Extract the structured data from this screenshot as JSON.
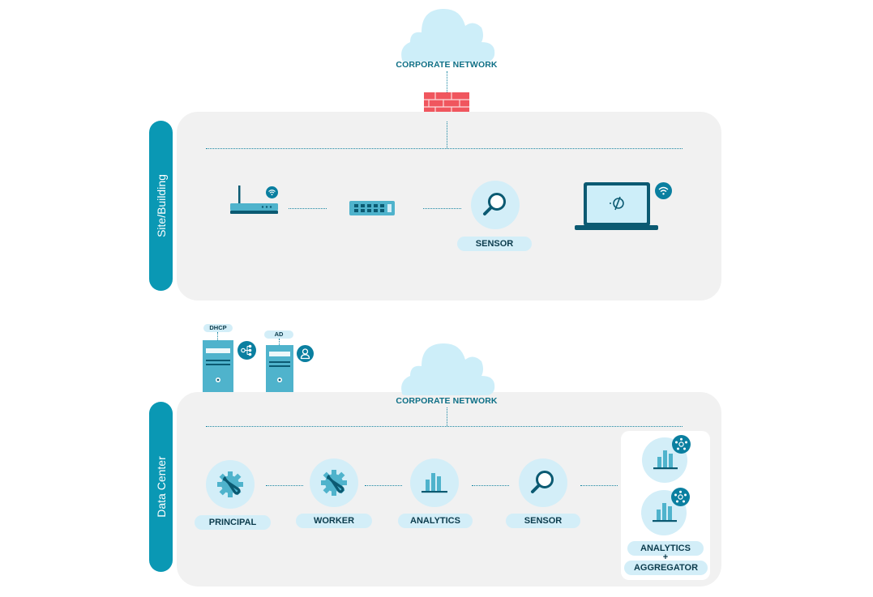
{
  "top": {
    "cloud_label": "CORPORATE NETWORK",
    "section_label": "Site/Building",
    "sensor_label": "SENSOR"
  },
  "bottom": {
    "cloud_label": "CORPORATE NETWORK",
    "section_label": "Data Center",
    "dhcp_label": "DHCP",
    "ad_label": "AD",
    "principal_label": "PRINCIPAL",
    "worker_label": "WORKER",
    "analytics_label": "ANALYTICS",
    "sensor_label": "SENSOR",
    "agg_analytics_label": "ANALYTICS",
    "agg_plus": "+",
    "agg_aggregator_label": "AGGREGATOR"
  },
  "colors": {
    "accent": "#0a98b4",
    "panel": "#f1f1f1",
    "cloud": "#cdeef9",
    "firewall": "#f0565e",
    "icon_fill": "#4fb3cc",
    "dark": "#0b5a72"
  },
  "icons": [
    "cloud-icon",
    "firewall-icon",
    "router-icon",
    "wifi-icon",
    "switch-icon",
    "magnifier-icon",
    "laptop-icon",
    "server-icon",
    "network-icon",
    "user-icon",
    "gear-wrench-icon",
    "bar-chart-icon",
    "hub-icon"
  ]
}
